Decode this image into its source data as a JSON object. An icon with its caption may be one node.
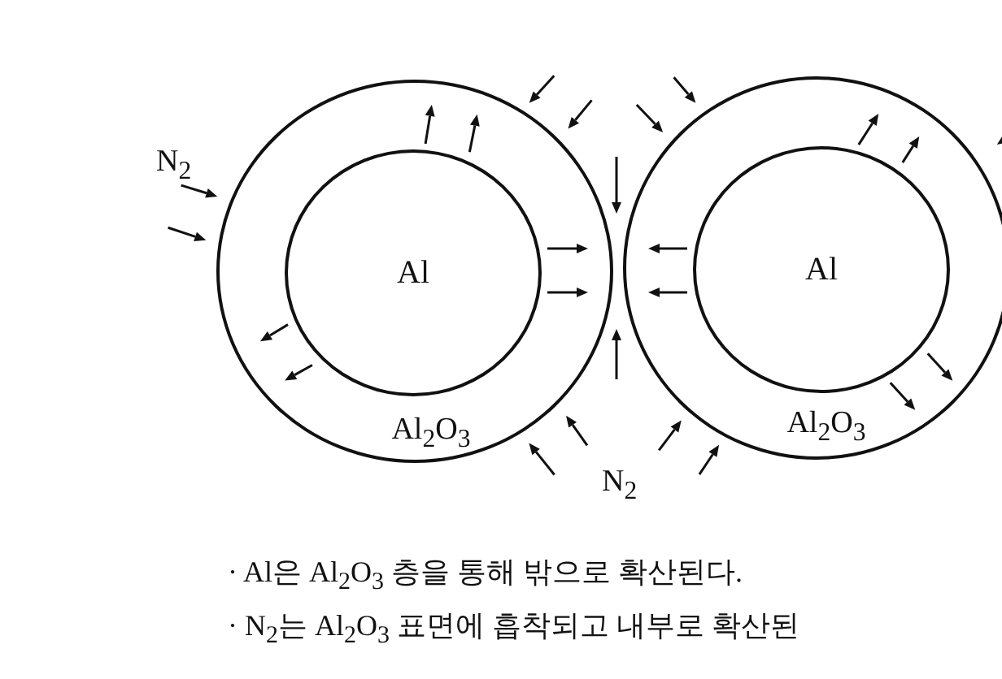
{
  "diagram": {
    "nodes": [
      {
        "text": [
          "Al$_{2}$O$_{3}$"
        ]
      },
      {
        "text": [
          "Al"
        ],
        "in": 0
      },
      {
        "text": [
          "Al$_{2}$O$_{3}$"
        ]
      },
      {
        "text": [
          "Al"
        ],
        "in": 2
      }
    ],
    "edges": [],
    "labels": [
      "N$_{2}$",
      "N$_{2}$",
      "· Al은 Al$_{2}$O$_{3}$ 층을 통해 밖으로 확산된다.",
      "· N$_{2}$는 Al$_{2}$O$_{3}$ 표면에 흡착되고 내부로 확산된"
    ]
  }
}
